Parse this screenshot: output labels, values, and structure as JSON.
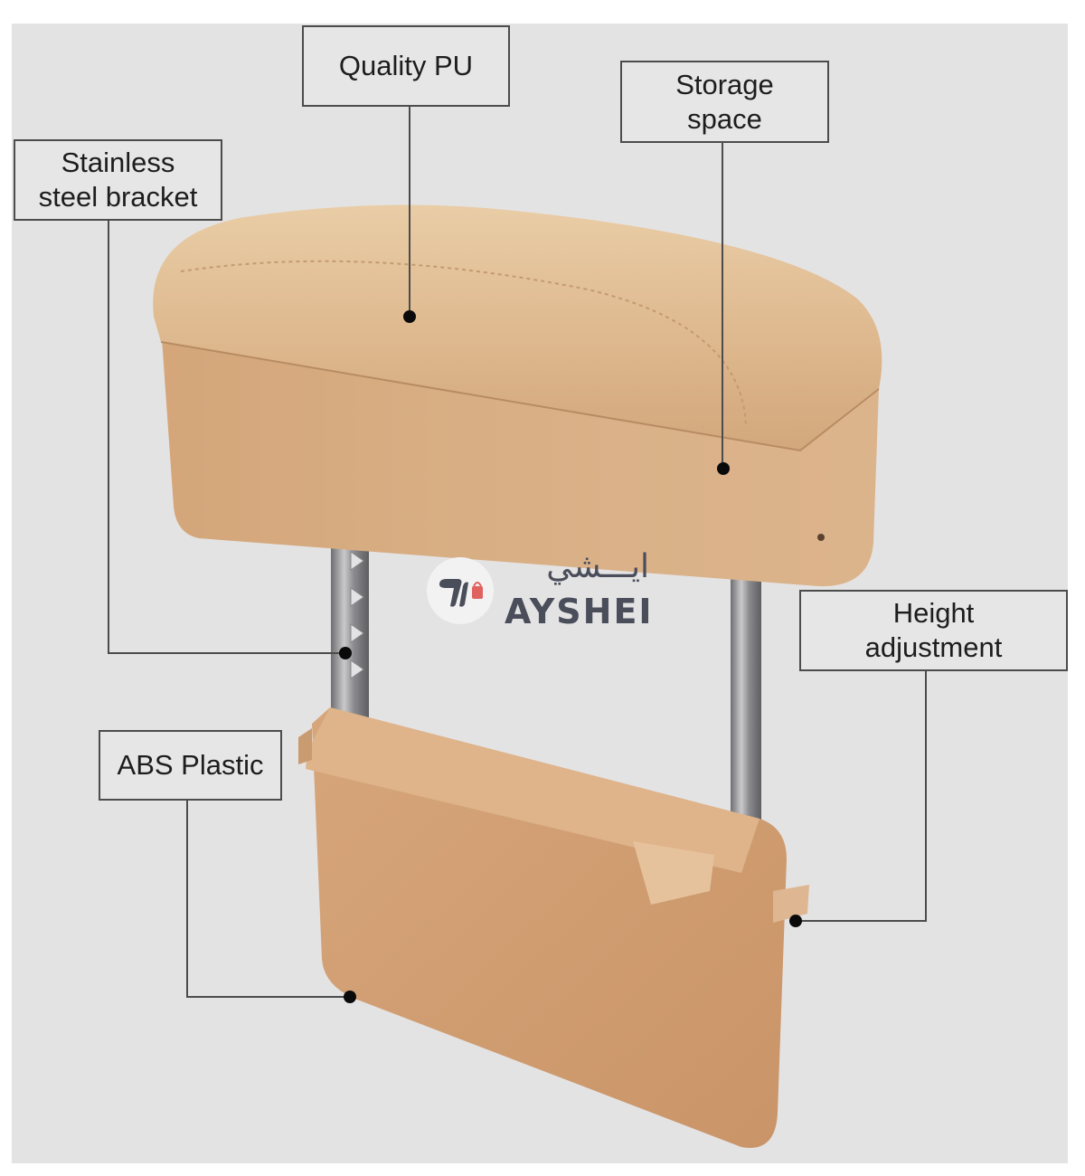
{
  "image": {
    "subject": "Car armrest box with height-adjustable stainless steel bracket",
    "background_color": "#e4e3e4",
    "product_color": "#d7ad85"
  },
  "callouts": [
    {
      "id": "quality-pu",
      "text": "Quality PU"
    },
    {
      "id": "storage-space",
      "text": "Storage\nspace"
    },
    {
      "id": "stainless-steel-bracket",
      "text": "Stainless\nsteel bracket"
    },
    {
      "id": "height-adjustment",
      "text": "Height\nadjustment"
    },
    {
      "id": "abs-plastic",
      "text": "ABS Plastic"
    }
  ],
  "watermark": {
    "arabic": "ايـــشي",
    "latin": "AYSHEI",
    "icon": "ayshei-logo-icon",
    "color": "#4a4d5a",
    "accent": "#e0625f"
  }
}
